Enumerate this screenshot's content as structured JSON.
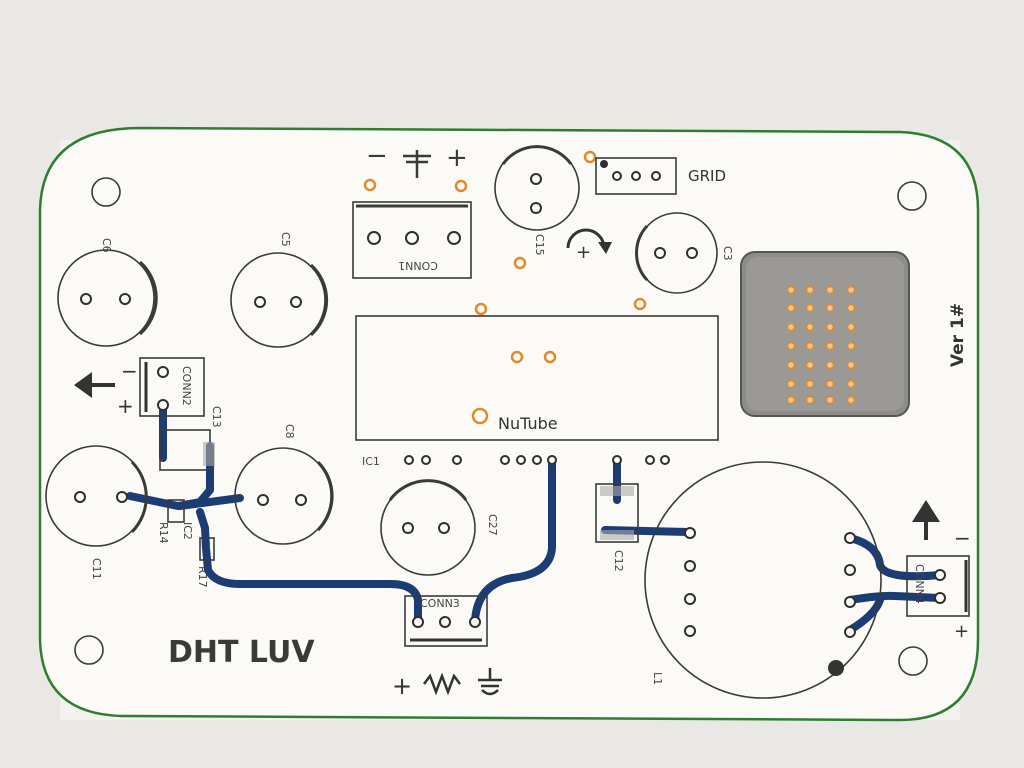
{
  "board": {
    "title": "DHT LUV",
    "version": "Ver 1#",
    "tube_label": "NuTube",
    "grid_label": "GRID"
  },
  "labels": {
    "c6": "C6",
    "c5": "C5",
    "c15": "C15",
    "c3": "C3",
    "c13": "C13",
    "c8": "C8",
    "c11": "C11",
    "c27": "C27",
    "c12": "C12",
    "r14": "R14",
    "r17": "R17",
    "ic1": "IC1",
    "ic2": "IC2",
    "l1": "L1",
    "conn1": "CONN1",
    "conn2": "CONN2",
    "conn3": "CONN3",
    "conn4": "CONN4"
  },
  "symbols": {
    "minus": "−",
    "plus": "+"
  },
  "colors": {
    "paper": "#e9e8e4",
    "board_outline": "#2f7d32",
    "trace": "#1c3d74",
    "pad_ring": "#e08a2c",
    "silkscreen": "#3a3a3a"
  }
}
